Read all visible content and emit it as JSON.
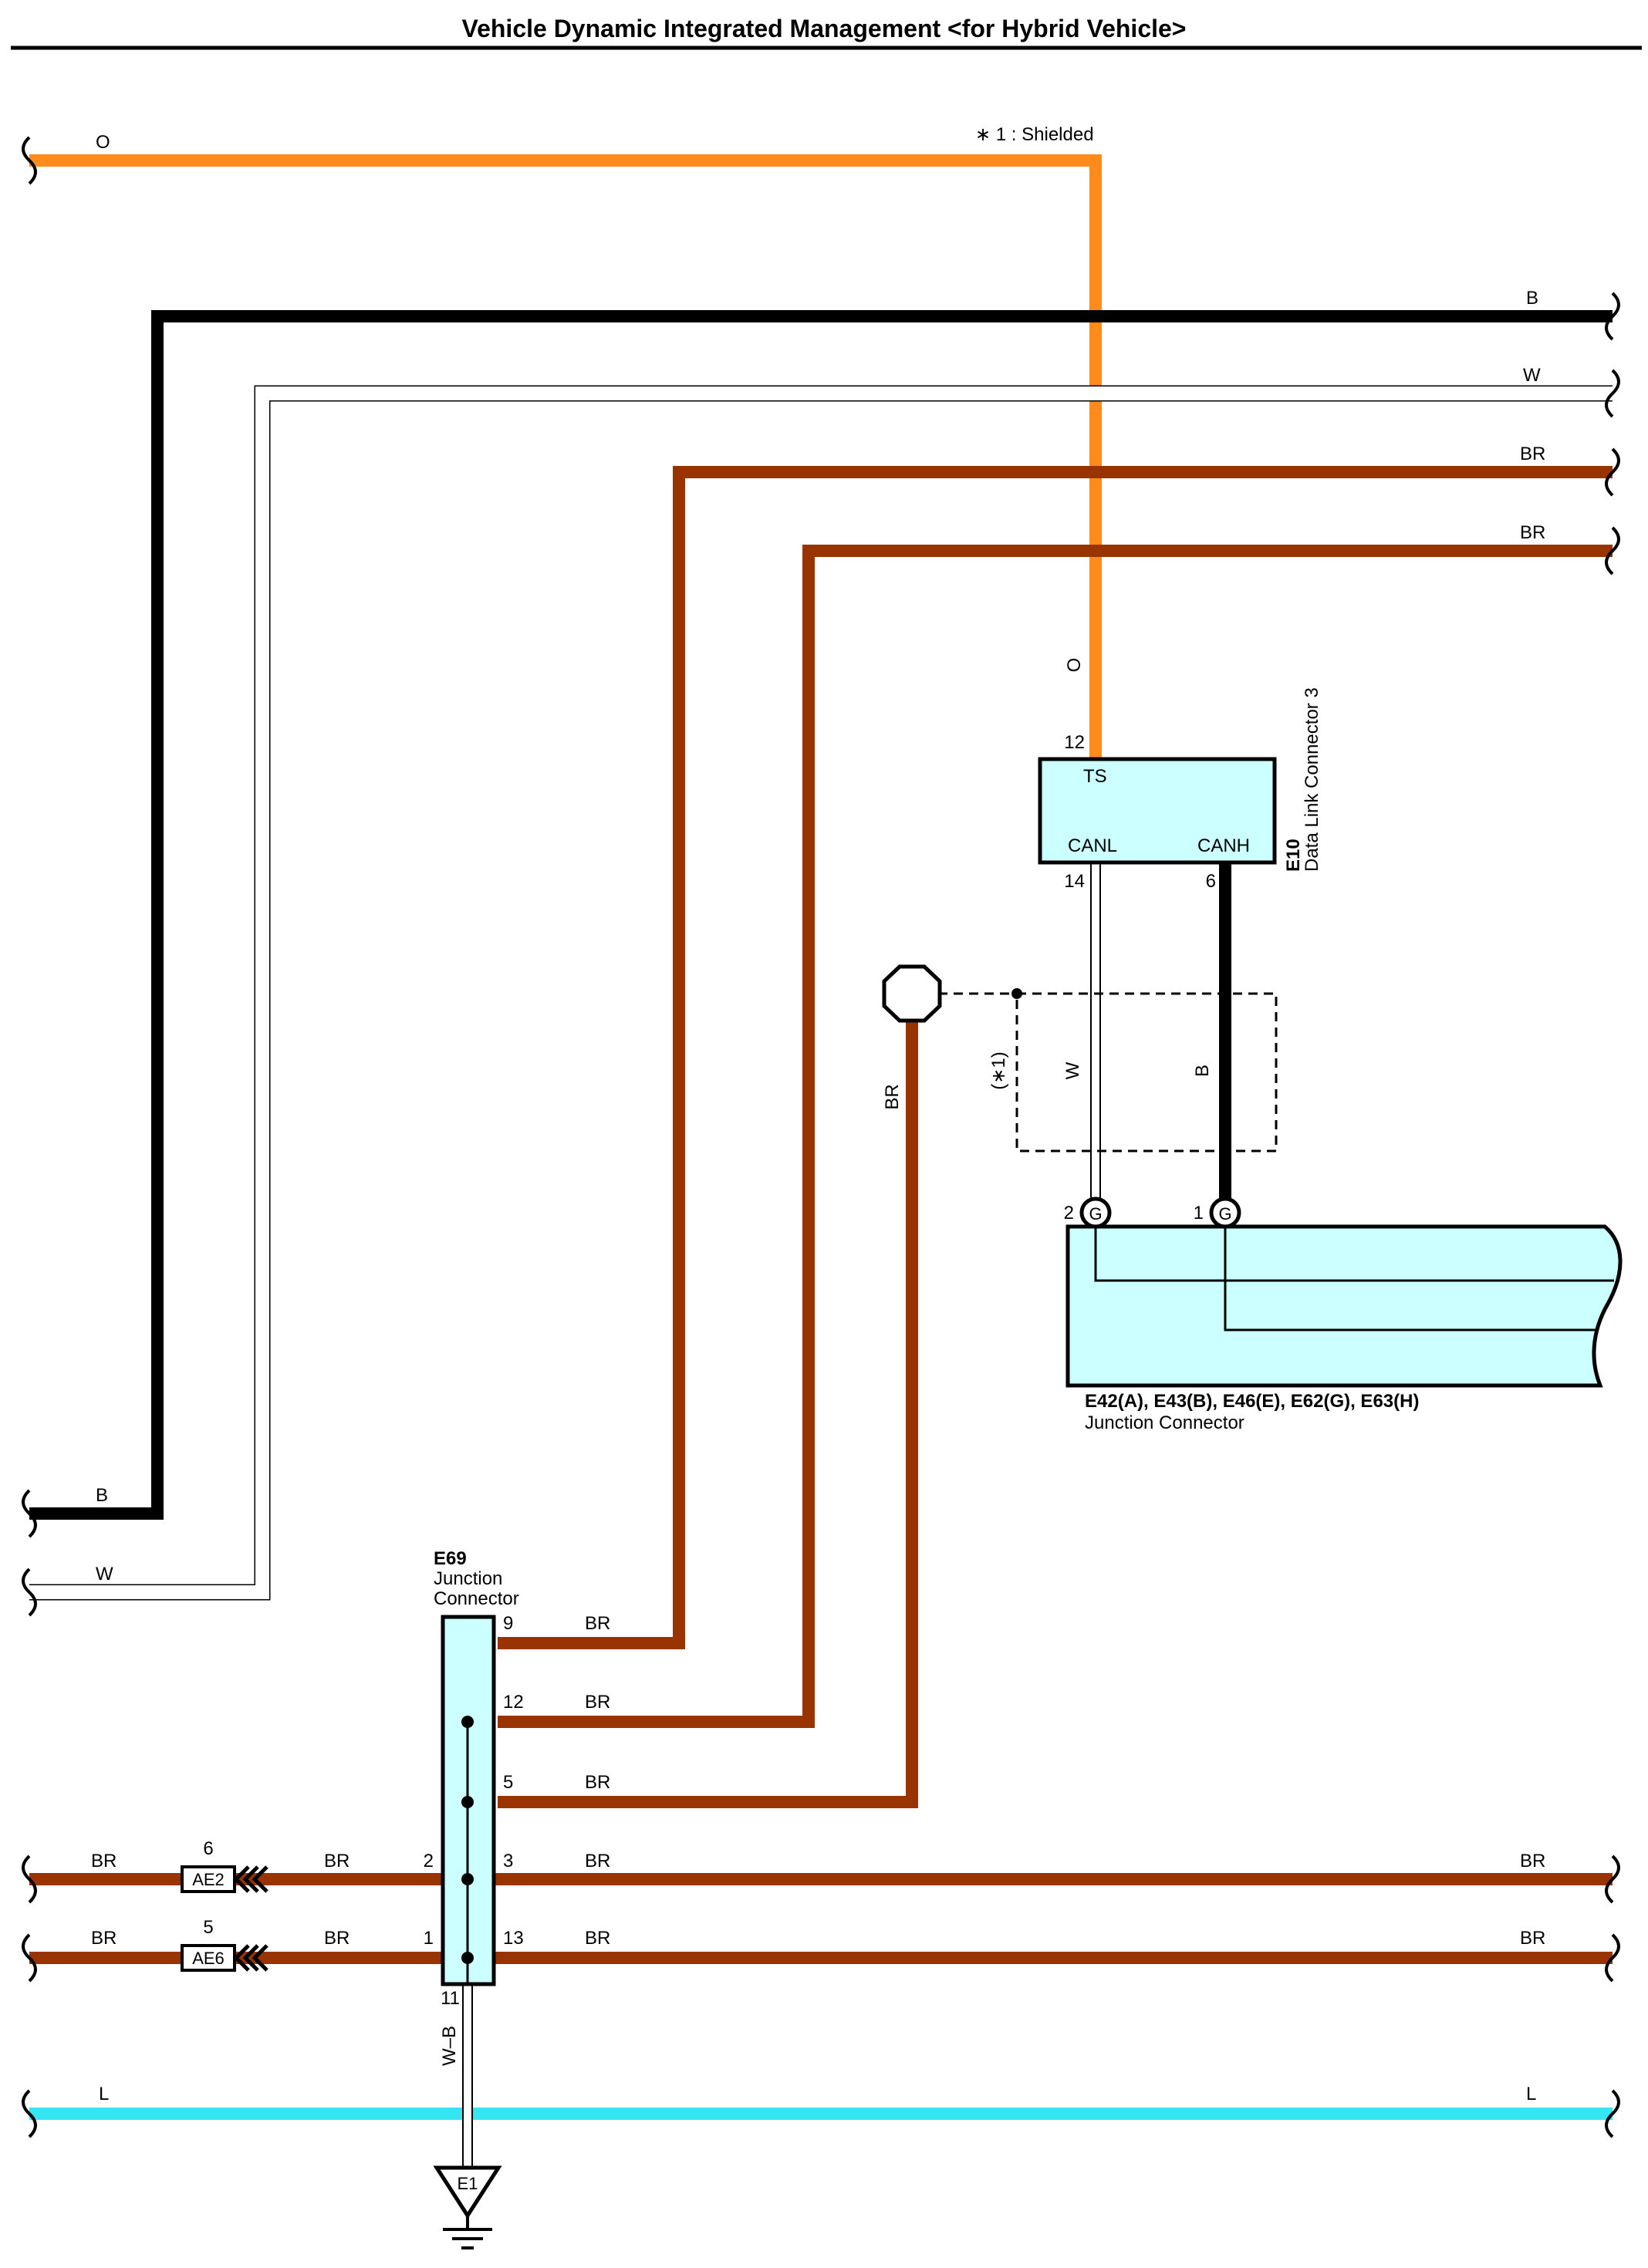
{
  "title": "Vehicle Dynamic Integrated Management <for Hybrid Vehicle>",
  "note": "∗ 1 : Shielded",
  "colors": {
    "O": "#ff8c1a",
    "B": "#000000",
    "W": "#ffffff",
    "BR": "#993300",
    "L": "#33e6f2",
    "connector_fill": "#ccffff"
  },
  "wire_labels": {
    "o_top": "O",
    "b_top_right": "B",
    "w_top_right": "W",
    "br_top_right_1": "BR",
    "br_top_right_2": "BR",
    "o_vertical": "O",
    "b_left_bottom": "B",
    "w_left_bottom": "W",
    "br_shield_drain": "BR",
    "w_can": "W",
    "b_can": "B",
    "shield_mark": "(∗1)",
    "br_pin9": "BR",
    "br_pin12": "BR",
    "br_pin5": "BR",
    "br_row3_left": "BR",
    "br_row3_mid": "BR",
    "br_row3_right_a": "BR",
    "br_row3_right_b": "BR",
    "br_row13_left": "BR",
    "br_row13_mid": "BR",
    "br_row13_right_a": "BR",
    "br_row13_right_b": "BR",
    "wb_ground": "W–B",
    "l_left": "L",
    "l_right": "L"
  },
  "e10": {
    "id": "E10",
    "name": "Data Link Connector 3",
    "terminals": {
      "ts": "TS",
      "canl": "CANL",
      "canh": "CANH"
    },
    "pins": {
      "ts": "12",
      "canl": "14",
      "canh": "6"
    }
  },
  "junction_g": {
    "ids": "E42(A), E43(B), E46(E), E62(G), E63(H)",
    "name": "Junction Connector",
    "pins": {
      "canl": "2",
      "canh": "1"
    },
    "pin_mark": "G"
  },
  "e69": {
    "id": "E69",
    "name_line1": "Junction",
    "name_line2": "Connector",
    "pins": {
      "p9": "9",
      "p12": "12",
      "p5": "5",
      "p3": "3",
      "p13": "13",
      "p2": "2",
      "p1": "1",
      "p11": "11"
    }
  },
  "ae2": {
    "label": "AE2",
    "pin": "6"
  },
  "ae6": {
    "label": "AE6",
    "pin": "5"
  },
  "ground": {
    "label": "E1"
  }
}
